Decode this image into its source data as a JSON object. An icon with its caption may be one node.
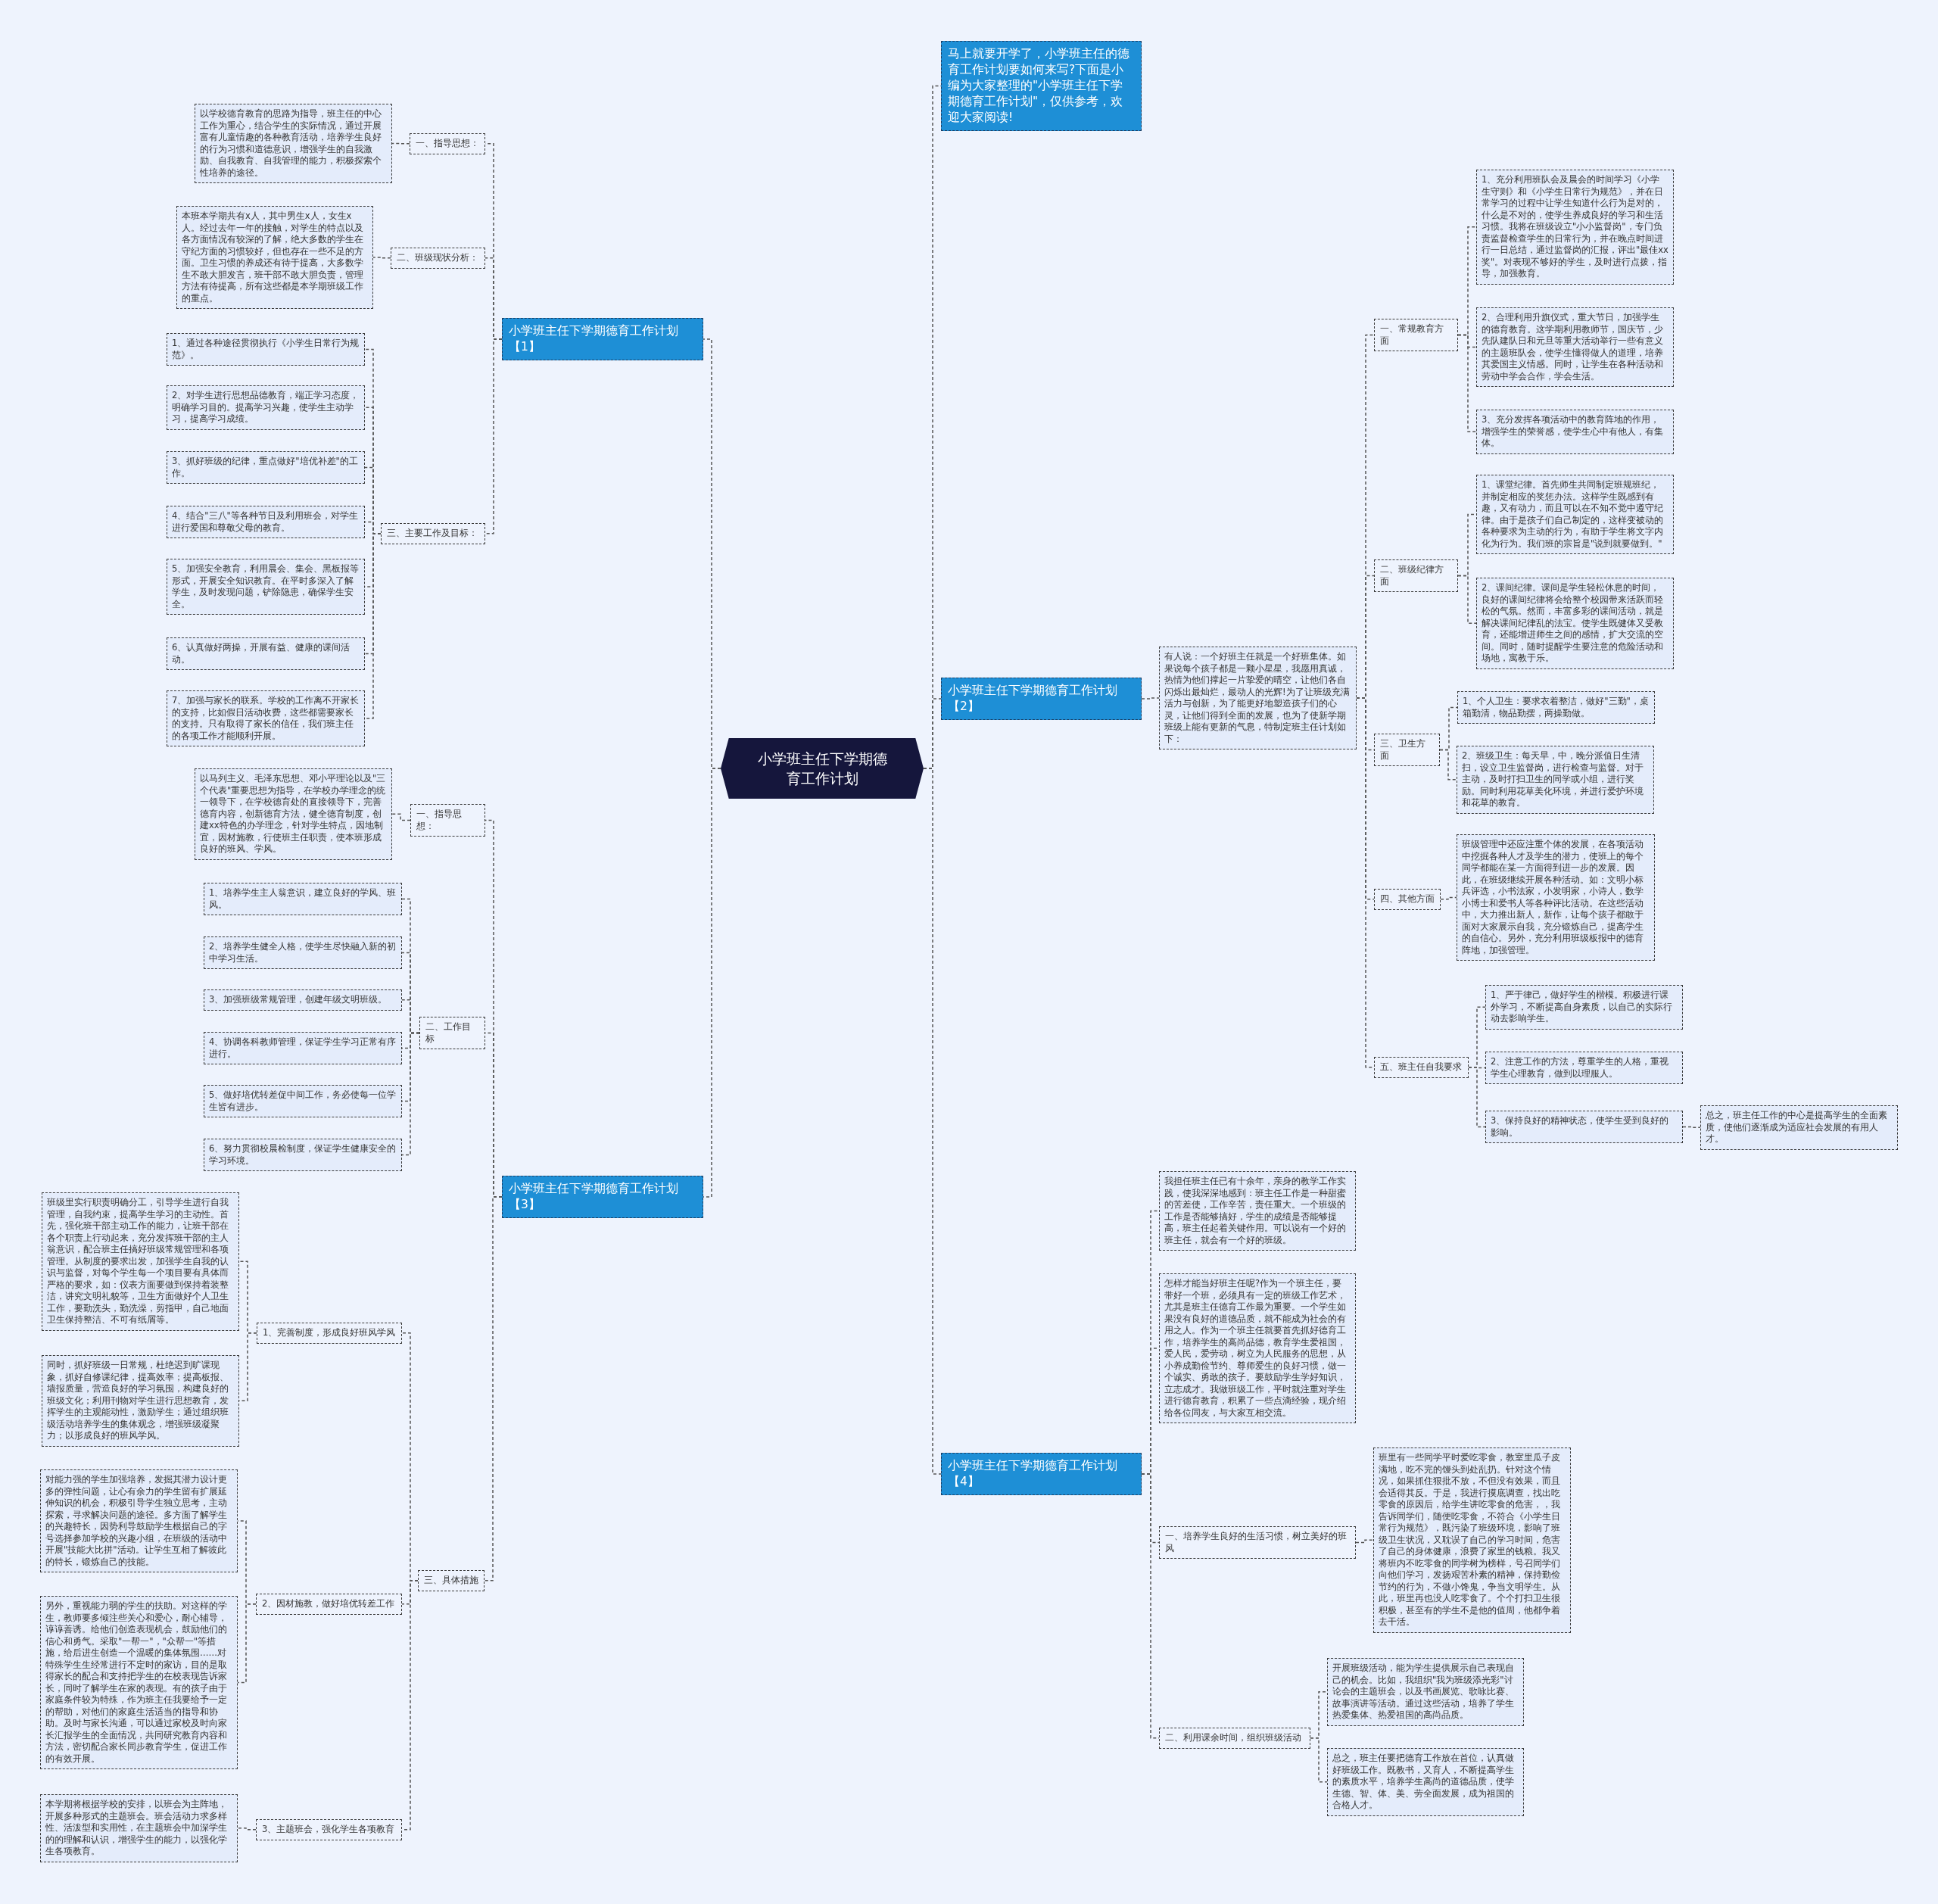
{
  "diagram": {
    "nodes": [
      {
        "text": [
          "小学班主任下学期德育工作计划"
        ]
      },
      {
        "text": [
          "马上就要开学了，小学班主任的德育工作计划要如何来写?下面是小编为大家整理的\"小学班主任下学期德育工作计划\"，仅供参考，欢迎大家阅读!"
        ]
      },
      {
        "text": [
          "小学班主任下学期德育工作计划【1】"
        ]
      },
      {
        "text": [
          "一、指导思想："
        ]
      },
      {
        "text": [
          "以学校德育教育的思路为指导，班主任的中心工作为重心，结合学生的实际情况，通过开展富有儿童情趣的各种教育活动，培养学生良好的行为习惯和道德意识，增强学生的自我激励、自我教育、自我管理的能力，积极探索个性培养的途径。"
        ]
      },
      {
        "text": [
          "二、班级现状分析："
        ]
      },
      {
        "text": [
          "本班本学期共有x人，其中男生x人，女生x人。经过去年一年的接触，对学生的特点以及各方面情况有较深的了解，绝大多数的学生在守纪方面的习惯较好，但也存在一些不足的方面。卫生习惯的养成还有待于提高，大多数学生不敢大胆发言，班干部不敢大胆负责，管理方法有待提高，所有这些都是本学期班级工作的重点。"
        ]
      },
      {
        "text": [
          "三、主要工作及目标："
        ]
      },
      {
        "text": [
          "1、通过各种途径贯彻执行《小学生日常行为规范》。"
        ]
      },
      {
        "text": [
          "2、对学生进行思想品德教育，端正学习态度，明确学习目的。提高学习兴趣，使学生主动学习，提高学习成绩。"
        ]
      },
      {
        "text": [
          "3、抓好班级的纪律，重点做好\"培优补差\"的工作。"
        ]
      },
      {
        "text": [
          "4、结合\"三八\"等各种节日及利用班会，对学生进行爱国和尊敬父母的教育。"
        ]
      },
      {
        "text": [
          "5、加强安全教育，利用晨会、集会、黑板报等形式，开展安全知识教育。在平时多深入了解学生，及时发现问题，铲除隐患，确保学生安全。"
        ]
      },
      {
        "text": [
          "6、认真做好两操，开展有益、健康的课间活动。"
        ]
      },
      {
        "text": [
          "7、加强与家长的联系。学校的工作离不开家长的支持，比如假日活动收费，这些都需要家长的支持。只有取得了家长的信任，我们班主任的各项工作才能顺利开展。"
        ]
      },
      {
        "text": [
          "小学班主任下学期德育工作计划【2】"
        ]
      },
      {
        "text": [
          "有人说：一个好班主任就是一个好班集体。如果说每个孩子都是一颗小星星，我愿用真诚，热情为他们撑起一片挚爱的晴空，让他们各自闪烁出最灿烂，最动人的光辉!为了让班级充满活力与创新，为了能更好地塑造孩子们的心灵，让他们得到全面的发展，也为了使新学期班级上能有更新的气息，特制定班主任计划如下："
        ]
      },
      {
        "text": [
          "一、常规教育方面"
        ]
      },
      {
        "text": [
          "1、充分利用班队会及晨会的时间学习《小学生守则》和《小学生日常行为规范》，并在日常学习的过程中让学生知道什么行为是对的，什么是不对的，使学生养成良好的学习和生活习惯。我将在班级设立\"小小监督岗\"，专门负责监督检查学生的日常行为，并在晚点时间进行一日总结，通过监督岗的汇报，评出\"最佳xx奖\"。对表现不够好的学生，及时进行点拨，指导，加强教育。"
        ]
      },
      {
        "text": [
          "2、合理利用升旗仪式，重大节日，加强学生的德育教育。这学期利用教师节，国庆节，少先队建队日和元旦等重大活动举行一些有意义的主题班队会，使学生懂得做人的道理，培养其爱国主义情感。同时，让学生在各种活动和劳动中学会合作，学会生活。"
        ]
      },
      {
        "text": [
          "3、充分发挥各项活动中的教育阵地的作用，增强学生的荣誉感，使学生心中有他人，有集体。"
        ]
      },
      {
        "text": [
          "二、班级纪律方面"
        ]
      },
      {
        "text": [
          "1、课堂纪律。首先师生共同制定班规班纪，并制定相应的奖惩办法。这样学生既感到有趣，又有动力，而且可以在不知不觉中遵守纪律。由于是孩子们自己制定的，这样变被动的各种要求为主动的行为，有助于学生将文字内化为行为。我们班的宗旨是\"说到就要做到。\""
        ]
      },
      {
        "text": [
          "2、课间纪律。课间是学生轻松休息的时间，良好的课间纪律将会给整个校园带来活跃而轻松的气氛。然而，丰富多彩的课间活动，就是解决课间纪律乱的法宝。使学生既健体又受教育，还能增进师生之间的感情，扩大交流的空间。同时，随时提醒学生要注意的危险活动和场地，寓教于乐。"
        ]
      },
      {
        "text": [
          "三、卫生方面"
        ]
      },
      {
        "text": [
          "1、个人卫生：要求衣着整洁，做好\"三勤\"，桌箱勤清，物品勤摆，两操勤做。"
        ]
      },
      {
        "text": [
          "2、班级卫生：每天早，中，晚分派值日生清扫，设立卫生监督岗，进行检查与监督。对于主动，及时打扫卫生的同学或小组，进行奖励。同时利用花草美化环境，并进行爱护环境和花草的教育。"
        ]
      },
      {
        "text": [
          "四、其他方面"
        ]
      },
      {
        "text": [
          "班级管理中还应注重个体的发展，在各项活动中挖掘各种人才及学生的潜力，使班上的每个同学都能在某一方面得到进一步的发展。因此，在班级继续开展各种活动。如：文明小标兵评选，小书法家，小发明家，小诗人，数学小博士和爱书人等各种评比活动。在这些活动中，大力推出新人，新作，让每个孩子都敢于面对大家展示自我，充分锻炼自己，提高学生的自信心。另外，充分利用班级板报中的德育阵地，加强管理。"
        ]
      },
      {
        "text": [
          "五、班主任自我要求"
        ]
      },
      {
        "text": [
          "1、严于律己，做好学生的楷模。积极进行课外学习，不断提高自身素质，以自己的实际行动去影响学生。"
        ]
      },
      {
        "text": [
          "2、注意工作的方法，尊重学生的人格，重视学生心理教育，做到以理服人。"
        ]
      },
      {
        "text": [
          "3、保持良好的精神状态，使学生受到良好的影响。"
        ]
      },
      {
        "text": [
          "总之，班主任工作的中心是提高学生的全面素质，使他们逐渐成为适应社会发展的有用人才。"
        ]
      },
      {
        "text": [
          "小学班主任下学期德育工作计划【3】"
        ]
      },
      {
        "text": [
          "一、指导思想："
        ]
      },
      {
        "text": [
          "以马列主义、毛泽东思想、邓小平理论以及\"三个代表\"重要思想为指导，在学校办学理念的统一领导下，在学校德育处的直接领导下，完善德育内容，创新德育方法，健全德育制度，创建xx特色的办学理念，针对学生特点，因地制宜，因材施教，行使班主任职责，使本班形成良好的班风、学风。"
        ]
      },
      {
        "text": [
          "二、工作目标"
        ]
      },
      {
        "text": [
          "1、培养学生主人翁意识，建立良好的学风、班风。"
        ]
      },
      {
        "text": [
          "2、培养学生健全人格，使学生尽快融入新的初中学习生活。"
        ]
      },
      {
        "text": [
          "3、加强班级常规管理，创建年级文明班级。"
        ]
      },
      {
        "text": [
          "4、协调各科教师管理，保证学生学习正常有序进行。"
        ]
      },
      {
        "text": [
          "5、做好培优转差促中间工作，务必使每一位学生皆有进步。"
        ]
      },
      {
        "text": [
          "6、努力贯彻校晨检制度，保证学生健康安全的学习环境。"
        ]
      },
      {
        "text": [
          "三、具体措施"
        ]
      },
      {
        "text": [
          "1、完善制度，形成良好班风学风"
        ]
      },
      {
        "text": [
          "班级里实行职责明确分工，引导学生进行自我管理，自我约束，提高学生学习的主动性。首先，强化班干部主动工作的能力，让班干部在各个职责上行动起来，充分发挥班干部的主人翁意识，配合班主任搞好班级常规管理和各项管理。从制度的要求出发，加强学生自我的认识与监督，对每个学生每一个项目要有具体而严格的要求，如：仪表方面要做到保持着装整洁，讲究文明礼貌等，卫生方面做好个人卫生工作，要勤洗头，勤洗澡，剪指甲，自己地面卫生保持整洁、不可有纸屑等。"
        ]
      },
      {
        "text": [
          "同时，抓好班级一日常规，杜绝迟到旷课现象，抓好自修课纪律，提高效率；提高板报、墙报质量，营造良好的学习氛围，构建良好的班级文化；利用刊物对学生进行思想教育，发挥学生的主观能动性，激励学生；通过组织班级活动培养学生的集体观念，增强班级凝聚力；以形成良好的班风学风。"
        ]
      },
      {
        "text": [
          "2、因材施教，做好培优转差工作"
        ]
      },
      {
        "text": [
          "对能力强的学生加强培养，发掘其潜力设计更多的弹性问题，让心有余力的学生留有扩展延伸知识的机会，积极引导学生独立思考，主动探索，寻求解决问题的途径。多方面了解学生的兴趣特长，因势利导鼓励学生根据自己的字号选择参加学校的兴趣小组，在班级的活动中开展\"技能大比拼\"活动。让学生互相了解彼此的特长，锻炼自己的技能。"
        ]
      },
      {
        "text": [
          "另外，重视能力弱的学生的扶助。对这样的学生，教师要多倾注些关心和爱心，耐心辅导，谆谆善诱。给他们创造表现机会，鼓励他们的信心和勇气。采取\"一帮一\"，\"众帮一\"等措施，给后进生创造一个温暖的集体氛围……对特殊学生生经常进行不定时的家访，目的是取得家长的配合和支持把学生的在校表现告诉家长，同时了解学生在家的表现。有的孩子由于家庭条件较为特殊，作为班主任我要给予一定的帮助，对他们的家庭生活适当的指导和协助。及时与家长沟通，可以通过家校及时向家长汇报学生的全面情况，共同研究教育内容和方法，密切配合家长同步教育学生，促进工作的有效开展。"
        ]
      },
      {
        "text": [
          "3、主题班会，强化学生各项教育"
        ]
      },
      {
        "text": [
          "本学期将根据学校的安排，以班会为主阵地，开展多种形式的主题班会。班会活动力求多样性、活泼型和实用性，在主题班会中加深学生的的理解和认识，增强学生的能力，以强化学生各项教育。"
        ]
      },
      {
        "text": [
          "小学班主任下学期德育工作计划【4】"
        ]
      },
      {
        "text": [
          "我担任班主任已有十余年，亲身的教学工作实践，使我深深地感到：班主任工作是一种甜蜜的苦差使，工作辛苦，责任重大。一个班级的工作是否能够搞好，学生的成绩是否能够提高，班主任起着关键作用。可以说有一个好的班主任，就会有一个好的班级。"
        ]
      },
      {
        "text": [
          "怎样才能当好班主任呢?作为一个班主任，要带好一个班，必须具有一定的班级工作艺术，尤其是班主任德育工作最为重要。一个学生如果没有良好的道德品质，就不能成为社会的有用之人。作为一个班主任就要首先抓好德育工作，培养学生的高尚品德，教育学生爱祖国，爱人民，爱劳动，树立为人民服务的思想，从小养成勤俭节约、尊师爱生的良好习惯，做一个诚实、勇敢的孩子。要鼓励学生学好知识，立志成才。我做班级工作，平时就注重对学生进行德育教育，积累了一些点滴经验，现介绍给各位同友，与大家互相交流。"
        ]
      },
      {
        "text": [
          "一、培养学生良好的生活习惯，树立美好的班风"
        ]
      },
      {
        "text": [
          "班里有一些同学平时爱吃零食，教室里瓜子皮满地，吃不完的馒头到处乱扔。针对这个情况，如果抓住狠批不放，不但没有效果，而且会适得其反。于是，我进行摸底调查，找出吃零食的原因后，给学生讲吃零食的危害，，我告诉同学们，随便吃零食，不符合《小学生日常行为规范》，既污染了班级环境，影响了班级卫生状况，又耽误了自己的学习时间，危害了自己的身体健康，浪费了家里的钱粮。我又将班内不吃零食的同学树为榜样，号召同学们向他们学习，发扬艰苦朴素的精神，保持勤俭节约的行为，不做小馋鬼，争当文明学生。从此，班里再也没人吃零食了。个个打扫卫生很积极，甚至有的学生不是他的值周，他都争着去干活。"
        ]
      },
      {
        "text": [
          "二、利用课余时间，组织班级活动"
        ]
      },
      {
        "text": [
          "开展班级活动，能为学生提供展示自己表现自己的机会。比如，我组织\"我为班级添光彩\"讨论会的主题班会，以及书画展览、歌咏比赛、故事演讲等活动。通过这些活动，培养了学生热爱集体、热爱祖国的高尚品质。"
        ]
      },
      {
        "text": [
          "总之，班主任要把德育工作放在首位，认真做好班级工作。既教书，又育人，不断提高学生的素质水平，培养学生高尚的道德品质，使学生德、智、体、美、劳全面发展，成为祖国的合格人才。"
        ]
      }
    ],
    "edges": [
      {
        "from": 0,
        "to": 1,
        "arrow": "none"
      },
      {
        "from": 0,
        "to": 2,
        "arrow": "none"
      },
      {
        "from": 2,
        "to": 3,
        "arrow": "none"
      },
      {
        "from": 3,
        "to": 4,
        "arrow": "none"
      },
      {
        "from": 2,
        "to": 5,
        "arrow": "none"
      },
      {
        "from": 5,
        "to": 6,
        "arrow": "none"
      },
      {
        "from": 2,
        "to": 7,
        "arrow": "none"
      },
      {
        "from": 7,
        "to": 8,
        "arrow": "none"
      },
      {
        "from": 7,
        "to": 9,
        "arrow": "none"
      },
      {
        "from": 7,
        "to": 10,
        "arrow": "none"
      },
      {
        "from": 7,
        "to": 11,
        "arrow": "none"
      },
      {
        "from": 7,
        "to": 12,
        "arrow": "none"
      },
      {
        "from": 7,
        "to": 13,
        "arrow": "none"
      },
      {
        "from": 7,
        "to": 14,
        "arrow": "none"
      },
      {
        "from": 0,
        "to": 15,
        "arrow": "none"
      },
      {
        "from": 15,
        "to": 16,
        "arrow": "none"
      },
      {
        "from": 16,
        "to": 17,
        "arrow": "none"
      },
      {
        "from": 17,
        "to": 18,
        "arrow": "none"
      },
      {
        "from": 17,
        "to": 19,
        "arrow": "none"
      },
      {
        "from": 17,
        "to": 20,
        "arrow": "none"
      },
      {
        "from": 16,
        "to": 21,
        "arrow": "none"
      },
      {
        "from": 21,
        "to": 22,
        "arrow": "none"
      },
      {
        "from": 21,
        "to": 23,
        "arrow": "none"
      },
      {
        "from": 16,
        "to": 24,
        "arrow": "none"
      },
      {
        "from": 24,
        "to": 25,
        "arrow": "none"
      },
      {
        "from": 24,
        "to": 26,
        "arrow": "none"
      },
      {
        "from": 16,
        "to": 27,
        "arrow": "none"
      },
      {
        "from": 27,
        "to": 28,
        "arrow": "none"
      },
      {
        "from": 16,
        "to": 29,
        "arrow": "none"
      },
      {
        "from": 29,
        "to": 30,
        "arrow": "none"
      },
      {
        "from": 29,
        "to": 31,
        "arrow": "none"
      },
      {
        "from": 29,
        "to": 32,
        "arrow": "none"
      },
      {
        "from": 32,
        "to": 33,
        "arrow": "none"
      },
      {
        "from": 0,
        "to": 34,
        "arrow": "none"
      },
      {
        "from": 34,
        "to": 35,
        "arrow": "none"
      },
      {
        "from": 35,
        "to": 36,
        "arrow": "none"
      },
      {
        "from": 34,
        "to": 37,
        "arrow": "none"
      },
      {
        "from": 37,
        "to": 38,
        "arrow": "none"
      },
      {
        "from": 37,
        "to": 39,
        "arrow": "none"
      },
      {
        "from": 37,
        "to": 40,
        "arrow": "none"
      },
      {
        "from": 37,
        "to": 41,
        "arrow": "none"
      },
      {
        "from": 37,
        "to": 42,
        "arrow": "none"
      },
      {
        "from": 37,
        "to": 43,
        "arrow": "none"
      },
      {
        "from": 34,
        "to": 44,
        "arrow": "none"
      },
      {
        "from": 44,
        "to": 45,
        "arrow": "none"
      },
      {
        "from": 45,
        "to": 46,
        "arrow": "none"
      },
      {
        "from": 45,
        "to": 47,
        "arrow": "none"
      },
      {
        "from": 44,
        "to": 48,
        "arrow": "none"
      },
      {
        "from": 48,
        "to": 49,
        "arrow": "none"
      },
      {
        "from": 48,
        "to": 50,
        "arrow": "none"
      },
      {
        "from": 44,
        "to": 51,
        "arrow": "none"
      },
      {
        "from": 51,
        "to": 52,
        "arrow": "none"
      },
      {
        "from": 0,
        "to": 53,
        "arrow": "none"
      },
      {
        "from": 53,
        "to": 54,
        "arrow": "none"
      },
      {
        "from": 53,
        "to": 55,
        "arrow": "none"
      },
      {
        "from": 53,
        "to": 56,
        "arrow": "none"
      },
      {
        "from": 56,
        "to": 57,
        "arrow": "none"
      },
      {
        "from": 53,
        "to": 58,
        "arrow": "none"
      },
      {
        "from": 58,
        "to": 59,
        "arrow": "none"
      },
      {
        "from": 58,
        "to": 60,
        "arrow": "none"
      }
    ]
  }
}
